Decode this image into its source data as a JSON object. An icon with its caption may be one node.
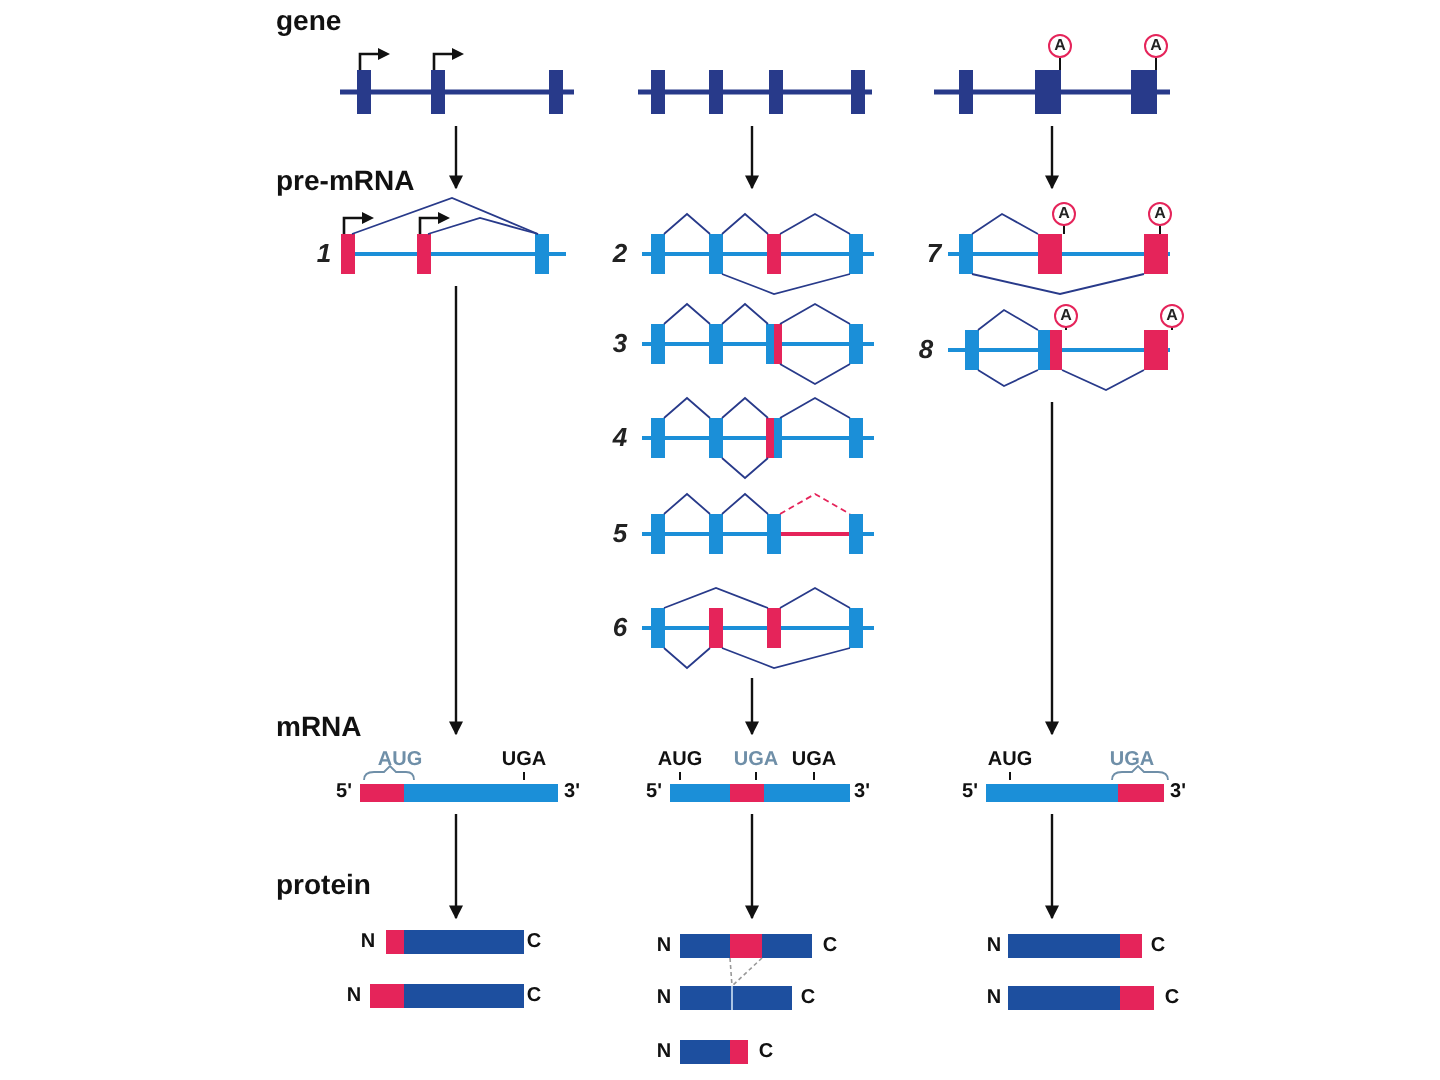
{
  "diagram": {
    "nodes": [
      {
        "text": [],
        "shape": "picture"
      },
      {
        "text": [],
        "shape": "picture"
      },
      {
        "text": [
          "A",
          "A"
        ]
      },
      {
        "text": [
          "1"
        ]
      },
      {
        "text": [
          "2",
          "3",
          "4",
          "5",
          "6"
        ]
      },
      {
        "text": [
          "7",
          "A",
          "A",
          "8",
          "A",
          "A"
        ]
      },
      {
        "text": [
          "AUG",
          "UGA",
          "5'",
          "3'"
        ]
      },
      {
        "text": [
          "AUG",
          "UGA",
          "UGA",
          "5'",
          "3'"
        ]
      },
      {
        "text": [
          "AUG",
          "UGA",
          "5'",
          "3'"
        ]
      },
      {
        "text": [
          "N",
          "C",
          "N",
          "C"
        ]
      },
      {
        "text": [
          "N",
          "C",
          "N",
          "C",
          "N",
          "C"
        ]
      },
      {
        "text": [
          "N",
          "C",
          "N",
          "C"
        ]
      }
    ],
    "edges": [
      {
        "from": 0,
        "to": 3,
        "arrow": "to"
      },
      {
        "from": 1,
        "to": 4,
        "arrow": "to"
      },
      {
        "from": 2,
        "to": 5,
        "arrow": "to"
      },
      {
        "from": 3,
        "to": 6,
        "arrow": "to"
      },
      {
        "from": 4,
        "to": 7,
        "arrow": "to"
      },
      {
        "from": 5,
        "to": 8,
        "arrow": "to"
      },
      {
        "from": 6,
        "to": 9,
        "arrow": "to"
      },
      {
        "from": 7,
        "to": 10,
        "arrow": "to"
      },
      {
        "from": 8,
        "to": 11,
        "arrow": "to"
      }
    ],
    "labels": [
      "gene",
      "pre-mRNA",
      "mRNA",
      "protein"
    ]
  }
}
